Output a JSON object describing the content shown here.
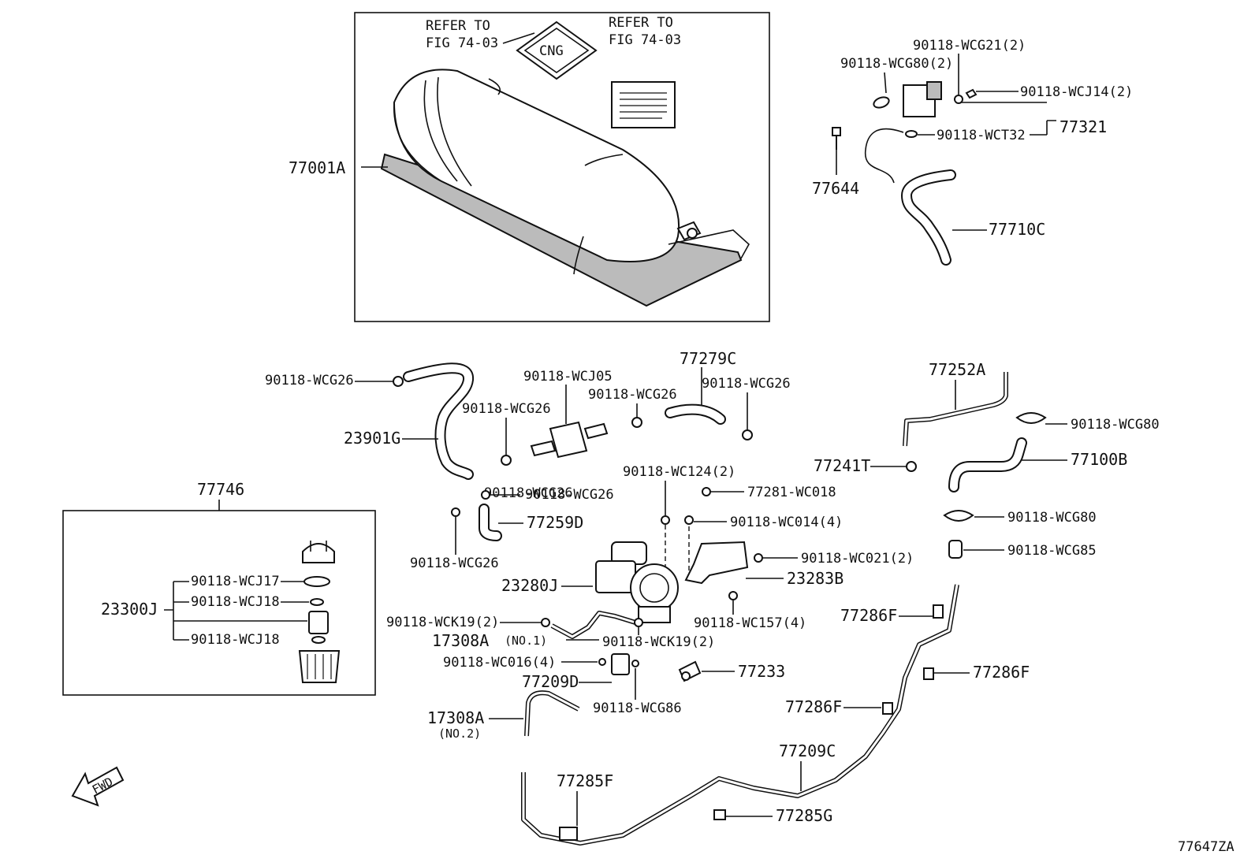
{
  "diagram_id": "77647ZA",
  "tank_box": {
    "refer_left_1": "REFER TO",
    "refer_left_2": "FIG 74-03",
    "refer_right_1": "REFER TO",
    "refer_right_2": "FIG 74-03",
    "cng_label": "CNG",
    "tank_part": "77001A"
  },
  "filter_box": {
    "title": "77746",
    "assembly": "23300J",
    "items": [
      "90118-WCJ17",
      "90118-WCJ18",
      "90118-WCJ18"
    ]
  },
  "labels": {
    "p_77321": "77321",
    "p_wcg21": "90118-WCG21(2)",
    "p_wcg80_2": "90118-WCG80(2)",
    "p_wcj14": "90118-WCJ14(2)",
    "p_wct32": "90118-WCT32",
    "p_77644": "77644",
    "p_77710c": "77710C",
    "p_wcg26_a": "90118-WCG26",
    "p_23901g": "23901G",
    "p_wcj05": "90118-WCJ05",
    "p_wcg26_b": "90118-WCG26",
    "p_wcg26_c": "90118-WCG26",
    "p_77279c": "77279C",
    "p_wcg26_d": "90118-WCG26",
    "p_77252a": "77252A",
    "p_wcg80_a": "90118-WCG80",
    "p_77241t": "77241T",
    "p_77100b": "77100B",
    "p_wc124": "90118-WC124(2)",
    "p_77281": "77281-WC018",
    "p_wcg26_e": "90118-WCG26",
    "p_77259d": "77259D",
    "p_wc014": "90118-WC014(4)",
    "p_wcg80_b": "90118-WCG80",
    "p_wcg85": "90118-WCG85",
    "p_wcg26_f": "90118-WCG26",
    "p_wc021": "90118-WC021(2)",
    "p_23280j": "23280J",
    "p_23283b": "23283B",
    "p_wc157": "90118-WC157(4)",
    "p_77286f_a": "77286F",
    "p_wck19_a": "90118-WCK19(2)",
    "p_17308a_1": "17308A",
    "p_no1": "(NO.1)",
    "p_wck19_b": "90118-WCK19(2)",
    "p_wc016": "90118-WC016(4)",
    "p_77233": "77233",
    "p_77286f_b": "77286F",
    "p_77209d": "77209D",
    "p_wcg86": "90118-WCG86",
    "p_77286f_c": "77286F",
    "p_17308a_2": "17308A",
    "p_no2": "(NO.2)",
    "p_77209c": "77209C",
    "p_77285f": "77285F",
    "p_77285g": "77285G",
    "fwd": "FWD"
  }
}
